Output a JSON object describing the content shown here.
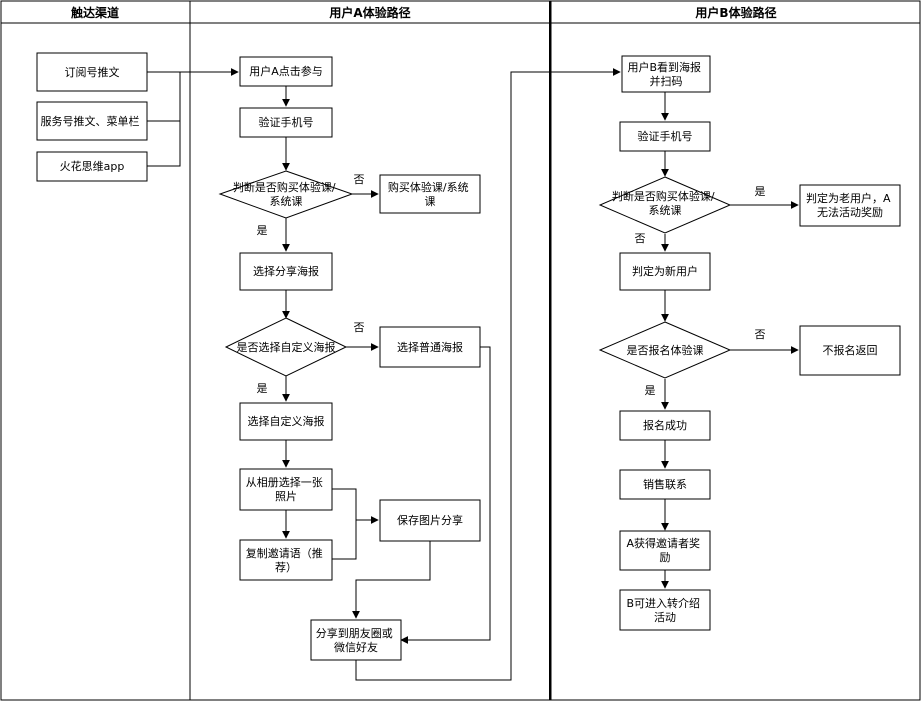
{
  "lanes": {
    "channels": "触达渠道",
    "user_a": "用户A体验路径",
    "user_b": "用户B体验路径"
  },
  "channels": {
    "subscription": "订阅号推文",
    "service": "服务号推文、菜单栏",
    "app": "火花思维app"
  },
  "user_a": {
    "click_join": "用户A点击参与",
    "verify_phone": "验证手机号",
    "check_purchase": "判断是否购买体验课/系统课",
    "buy_course": "购买体验课/系统课",
    "choose_share_poster": "选择分享海报",
    "custom_question": "是否选择自定义海报",
    "normal_poster": "选择普通海报",
    "custom_poster": "选择自定义海报",
    "album_photo": "从相册选择一张照片",
    "copy_invite": "复制邀请语（推荐）",
    "save_share": "保存图片分享",
    "share_moments": "分享到朋友圈或微信好友"
  },
  "user_b": {
    "scan_poster": "用户B看到海报并扫码",
    "verify_phone": "验证手机号",
    "check_purchase": "判断是否购买体验课/系统课",
    "old_user": "判定为老用户，A无法活动奖励",
    "new_user": "判定为新用户",
    "signup_question": "是否报名体验课",
    "no_signup": "不报名返回",
    "signup_success": "报名成功",
    "sales_contact": "销售联系",
    "a_reward": "A获得邀请者奖励",
    "b_referral": "B可进入转介绍活动"
  },
  "edge_labels": {
    "no": "否",
    "yes": "是"
  }
}
